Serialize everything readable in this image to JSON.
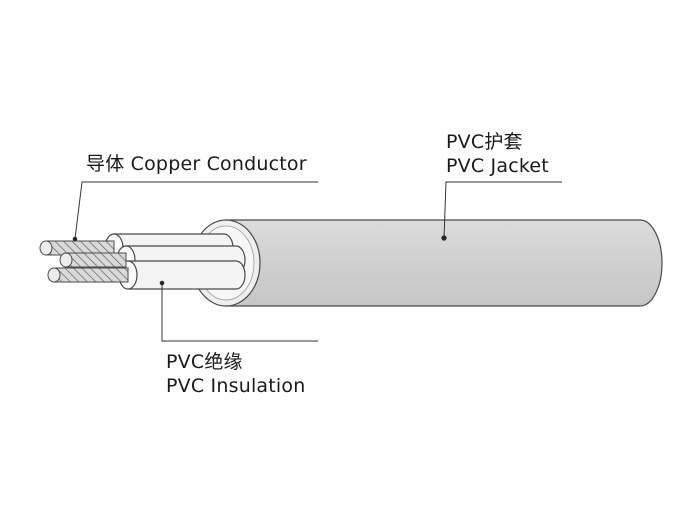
{
  "labels": {
    "conductor": "导体 Copper Conductor",
    "jacket_cn": "PVC护套",
    "jacket_en": "PVC Jacket",
    "insulation_cn": "PVC绝缘",
    "insulation_en": "PVC Insulation"
  },
  "colors": {
    "jacket": "#d4d4d4",
    "insulation": "#f4f4f4",
    "outline": "#4a4a4a",
    "text": "#1a1a1a"
  }
}
